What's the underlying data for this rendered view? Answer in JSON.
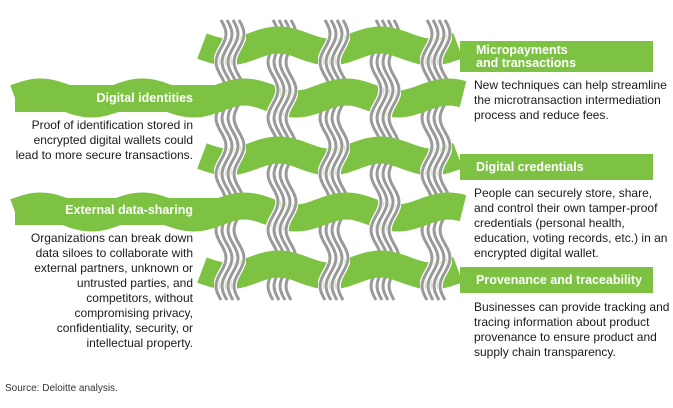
{
  "colors": {
    "green": "#7DC242",
    "strand": "#9a9a9a"
  },
  "left": [
    {
      "title": "Digital identities",
      "text": "Proof of identification stored in encrypted digital wallets could lead to more secure transactions."
    },
    {
      "title": "External data-sharing",
      "text": "Organizations can break down data siloes to collaborate with external partners, unknown or untrusted parties, and competitors, without compromising privacy, confidentiality, security, or intellectual property."
    }
  ],
  "right": [
    {
      "title": "Micropayments and transactions",
      "text": "New techniques can help streamline the microtransaction intermediation process and reduce fees."
    },
    {
      "title": "Digital credentials",
      "text": "People can securely store, share, and control their own tamper-proof credentials (personal health, education, voting records, etc.) in an encrypted digital wallet."
    },
    {
      "title": "Provenance and traceability",
      "text": "Businesses can provide tracking and tracing information about product provenance to ensure product and supply chain transparency."
    }
  ],
  "source": "Source: Deloitte analysis."
}
